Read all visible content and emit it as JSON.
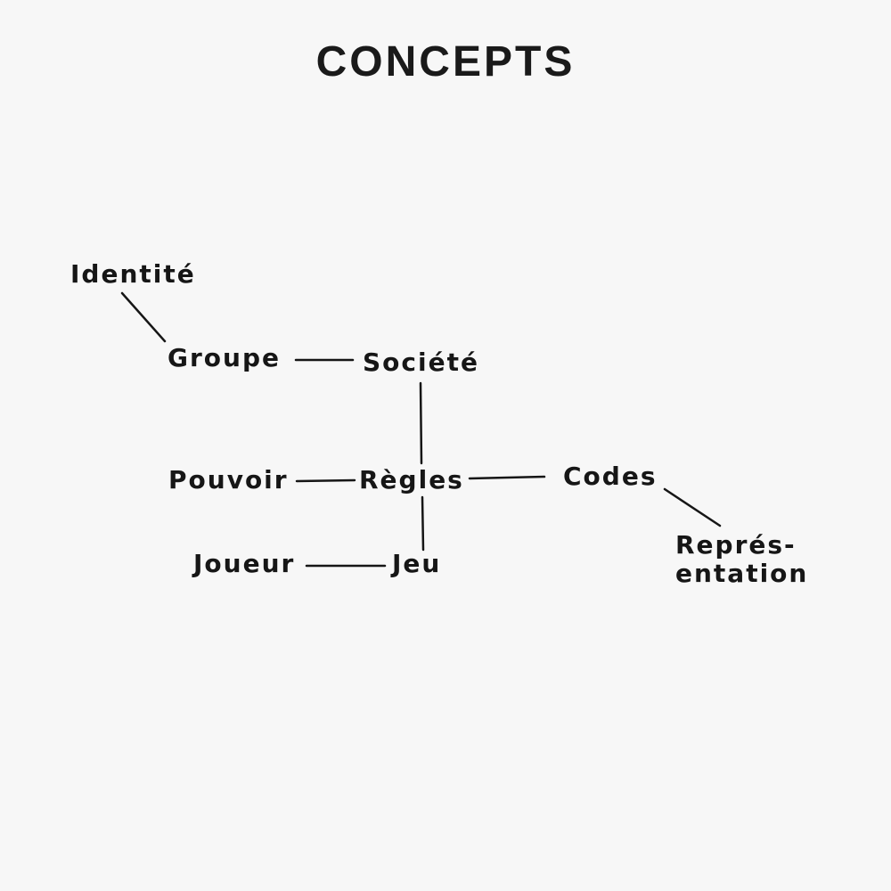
{
  "title": "CONCEPTS",
  "nodes": [
    {
      "id": "identite",
      "label": "Identité"
    },
    {
      "id": "groupe",
      "label": "Groupe"
    },
    {
      "id": "societe",
      "label": "Société"
    },
    {
      "id": "pouvoir",
      "label": "Pouvoir"
    },
    {
      "id": "regles",
      "label": "Règles"
    },
    {
      "id": "codes",
      "label": "Codes"
    },
    {
      "id": "joueur",
      "label": "Joueur"
    },
    {
      "id": "jeu",
      "label": "Jeu"
    },
    {
      "id": "representation_1",
      "label": "Représ-"
    },
    {
      "id": "representation_2",
      "label": "entation"
    }
  ],
  "edges": [
    {
      "from": "identite",
      "to": "groupe"
    },
    {
      "from": "groupe",
      "to": "societe"
    },
    {
      "from": "societe",
      "to": "regles"
    },
    {
      "from": "pouvoir",
      "to": "regles"
    },
    {
      "from": "regles",
      "to": "codes"
    },
    {
      "from": "regles",
      "to": "jeu"
    },
    {
      "from": "joueur",
      "to": "jeu"
    },
    {
      "from": "codes",
      "to": "representation"
    }
  ]
}
